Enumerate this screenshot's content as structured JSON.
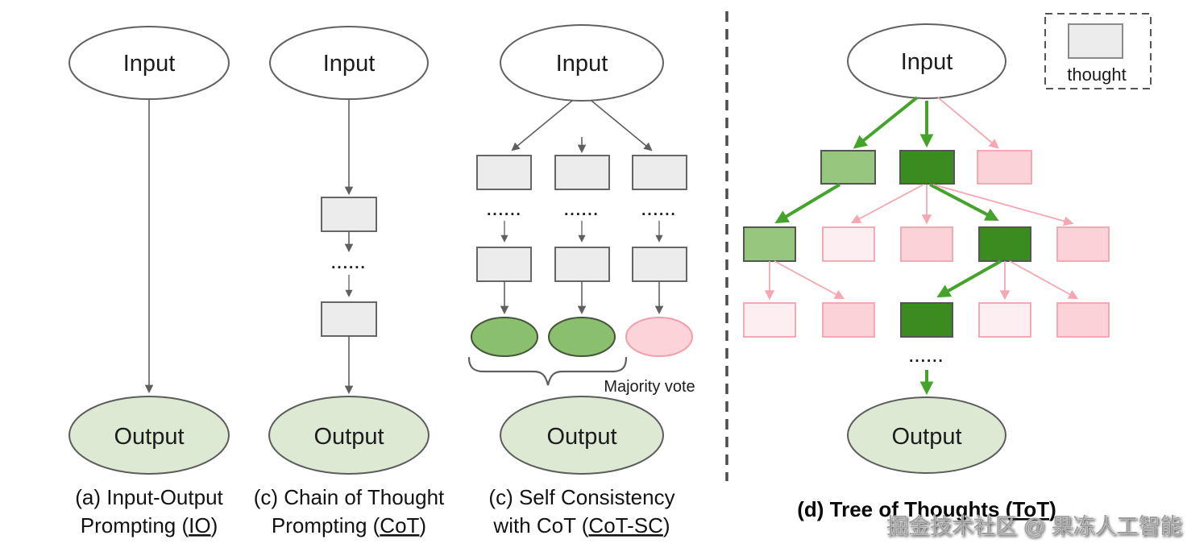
{
  "labels": {
    "input": "Input",
    "output": "Output",
    "thought": "thought",
    "majority_vote": "Majority vote",
    "ellipsis": "......"
  },
  "captions": {
    "io": {
      "line1": "(a) Input-Output",
      "line2_prefix": "Prompting (",
      "abbr": "IO",
      "line2_suffix": ")"
    },
    "cot": {
      "line1": "(c) Chain of Thought",
      "line2_prefix": "Prompting (",
      "abbr": "CoT",
      "line2_suffix": ")"
    },
    "cot_sc": {
      "line1": "(c) Self Consistency",
      "line2_prefix": "with CoT (",
      "abbr": "CoT-SC",
      "line2_suffix": ")"
    },
    "tot": {
      "prefix": "(d) Tree of Thoughts (",
      "abbr": "ToT",
      "suffix": ")"
    }
  },
  "watermark": "掘金技术社区 @ 果冻人工智能",
  "colors": {
    "background": "#ffffff",
    "thought_box_fill": "#ececec",
    "thought_box_stroke": "#666666",
    "input_fill": "#ffffff",
    "output_fill": "#dde9d2",
    "vote_green_fill": "#8abf6d",
    "vote_pink_fill": "#fcd3d8",
    "tot_green_mid": "#97c77e",
    "tot_green_dark": "#3a8c1e",
    "tot_pink": "#fbd3d7",
    "tot_pink_faint": "#fdeff1",
    "arrow_gray": "#5f5f5f",
    "arrow_green": "#43a32a",
    "arrow_pink": "#f6a7b1",
    "divider": "#4c4c4c",
    "watermark_gray": "#9d9d9d"
  }
}
